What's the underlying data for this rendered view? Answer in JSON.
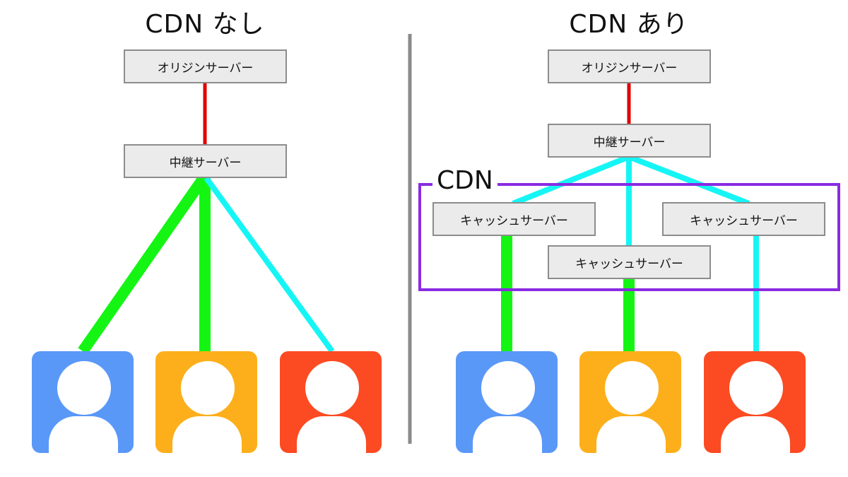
{
  "titles": {
    "without_cdn": "CDN なし",
    "with_cdn": "CDN あり"
  },
  "servers": {
    "origin": "オリジンサーバー",
    "relay": "中継サーバー",
    "cache": "キャッシュサーバー"
  },
  "cdn_label": "CDN",
  "colors": {
    "origin_link": "#e00000",
    "link_green": "#14f514",
    "link_cyan": "#16f5f5",
    "cdn_border": "#8a2be2",
    "divider": "#8a8a8a",
    "user_blue": "#5a98f8",
    "user_orange": "#fdaf1b",
    "user_red": "#fc4a22"
  }
}
